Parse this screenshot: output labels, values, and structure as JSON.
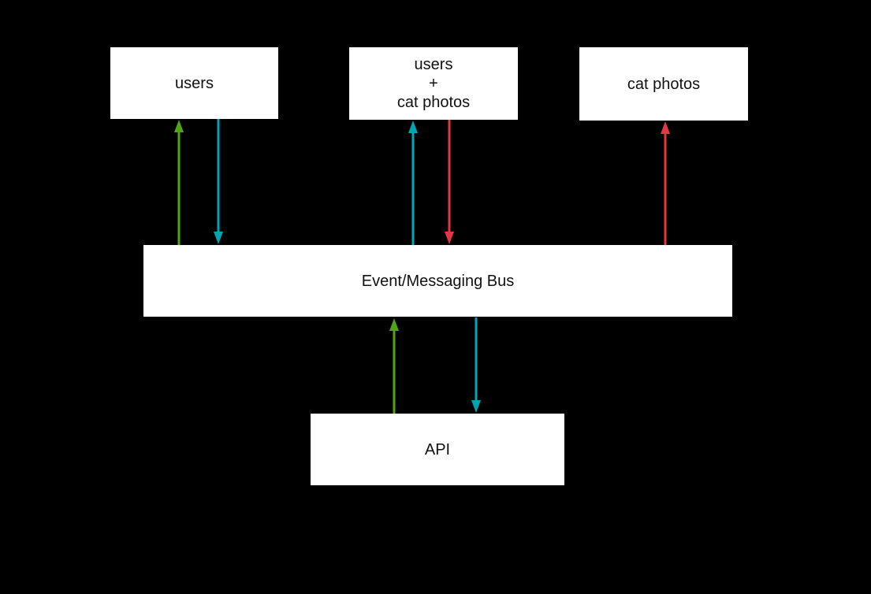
{
  "diagram": {
    "kind": "event-messaging-architecture",
    "background_color": "#000000",
    "node_fill_color": "#ffffff",
    "text_color": "#111111",
    "colors": {
      "green": "#50a513",
      "teal": "#00a5b4",
      "red": "#e33745"
    },
    "nodes": {
      "users": {
        "label": "users"
      },
      "users_cat_photos": {
        "label": "users\n+\ncat photos"
      },
      "cat_photos": {
        "label": "cat photos"
      },
      "event_bus": {
        "label": "Event/Messaging Bus"
      },
      "api": {
        "label": "API"
      }
    },
    "edges": [
      {
        "from": "event_bus",
        "to": "users",
        "color": "green",
        "direction": "up"
      },
      {
        "from": "users",
        "to": "event_bus",
        "color": "teal",
        "direction": "down"
      },
      {
        "from": "event_bus",
        "to": "users_cat_photos",
        "color": "teal",
        "direction": "up"
      },
      {
        "from": "users_cat_photos",
        "to": "event_bus",
        "color": "red",
        "direction": "down"
      },
      {
        "from": "event_bus",
        "to": "cat_photos",
        "color": "red",
        "direction": "up"
      },
      {
        "from": "api",
        "to": "event_bus",
        "color": "green",
        "direction": "up"
      },
      {
        "from": "event_bus",
        "to": "api",
        "color": "teal",
        "direction": "down"
      }
    ]
  }
}
